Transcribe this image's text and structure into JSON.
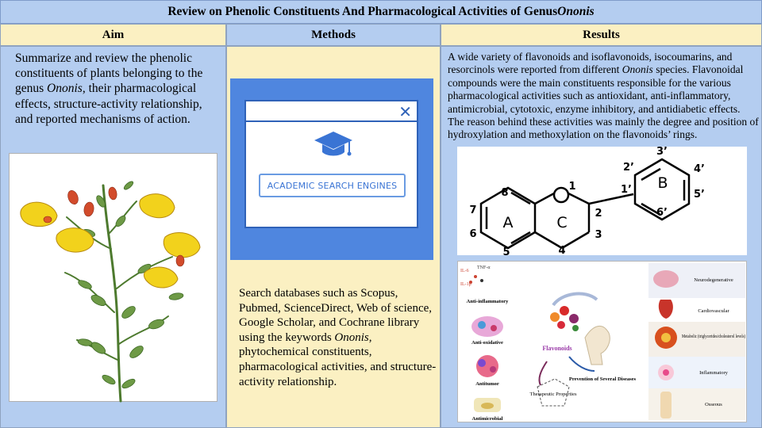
{
  "title": {
    "prefix": "Review on Phenolic Constituents And Pharmacological Activities of Genus ",
    "genus": "Ononis"
  },
  "headers": {
    "aim": "Aim",
    "methods": "Methods",
    "results": "Results"
  },
  "aim": {
    "part1": "Summarize and review the phenolic constituents of plants belonging to the genus ",
    "genus": "Ononis",
    "part2": ", their pharmacological effects, structure-activity relationship, and reported mechanisms of action."
  },
  "methods": {
    "search_label": "ACADEMIC SEARCH ENGINES",
    "part1": "Search databases such as Scopus, Pubmed, ScienceDirect, Web of science, Google Scholar, and Cochrane library using the keywords ",
    "genus": "Ononis",
    "part2": ", phytochemical constituents, pharmacological activities, and structure-activity relationship."
  },
  "results": {
    "part1": "A wide variety of flavonoids and isoflavonoids, isocoumarins, and resorcinols were reported from different ",
    "genus": "Ononis",
    "part2": " species. Flavonoidal compounds were the main constituents responsible for the various pharmacological activities such as antioxidant, anti-inflammatory, antimicrobial, cytotoxic, enzyme inhibitory, and antidiabetic effects. The reason behind these activities was mainly the degree and position of hydroxylation and methoxylation on the flavonoids’ rings."
  },
  "structure": {
    "ring_a": "A",
    "ring_b": "B",
    "ring_c": "C",
    "oxygen": "O",
    "n1": "1",
    "n2": "2",
    "n3": "3",
    "n4": "4",
    "n5": "5",
    "n6": "6",
    "n7": "7",
    "n8": "8",
    "p1": "1’",
    "p2": "2’",
    "p3": "3’",
    "p4": "4’",
    "p5": "5’",
    "p6": "6’"
  },
  "effects": {
    "il6": "IL-6",
    "tnf": "TNF-α",
    "il1b": "IL-1β",
    "anti_inflammatory": "Anti-inflammatory",
    "anti_oxidative": "Anti-oxidative",
    "antitumor": "Antitumor",
    "antimicrobial": "Antimicrobial",
    "flavonoids": "Flavonoids",
    "therapeutic": "Therapeutic Properties",
    "prevention": "Prevention of Several Diseases",
    "neuro": "Neurodegenerative",
    "cardio": "Cardiovascular",
    "metabolic": "Metabolic (triglycerides/cholesterol levels)",
    "inflammatory": "Inflammatory",
    "osseous": "Osseous"
  },
  "colors": {
    "blue_panel": "#b4cdf0",
    "yellow_panel": "#fbf0c2",
    "search_blue": "#4f86df",
    "flower_yellow": "#f2d21c"
  }
}
